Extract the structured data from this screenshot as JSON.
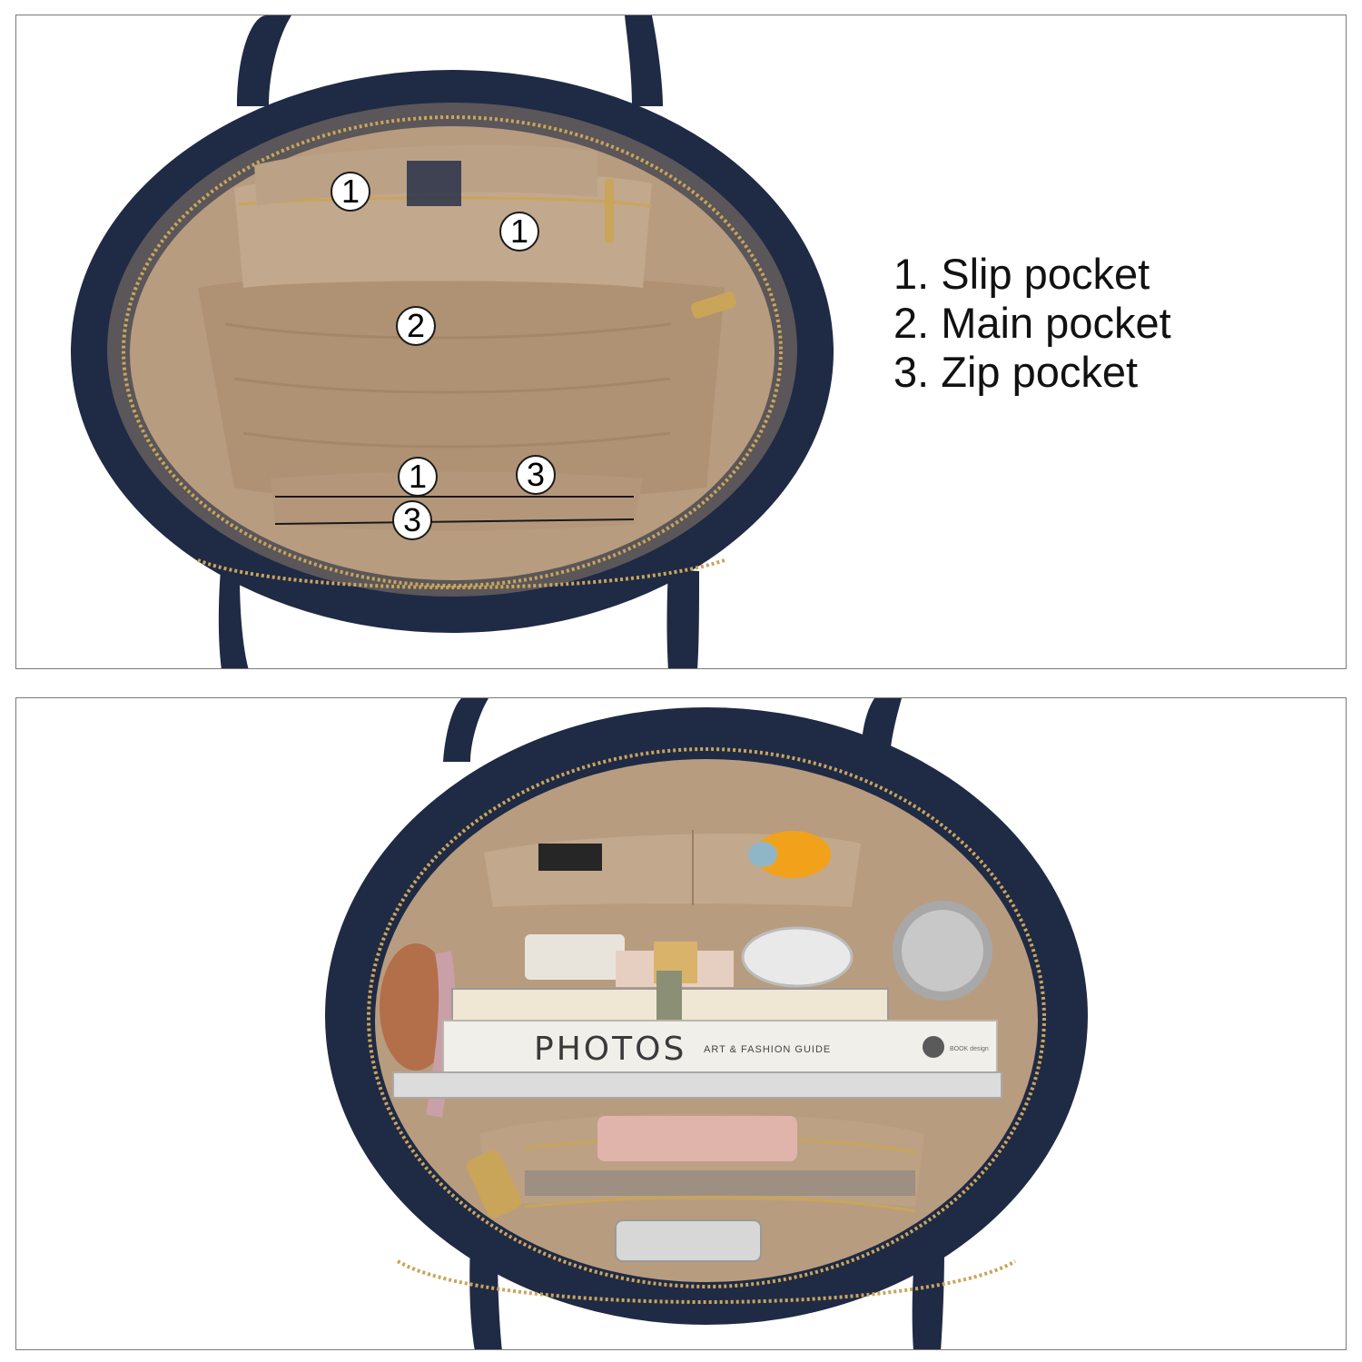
{
  "legend": {
    "item1": "1. Slip pocket",
    "item2": "2. Main pocket",
    "item3": "3. Zip pocket"
  },
  "markers": [
    "1",
    "1",
    "2",
    "1",
    "3",
    "3"
  ],
  "photo": {
    "book_title": "PHOTOS",
    "book_subtitle": "ART & FASHION GUIDE",
    "book_logo": "BOOK design"
  },
  "colors": {
    "leather": "#1f2a45",
    "lining": "#b89c7f",
    "zipper": "#c9a55a"
  }
}
